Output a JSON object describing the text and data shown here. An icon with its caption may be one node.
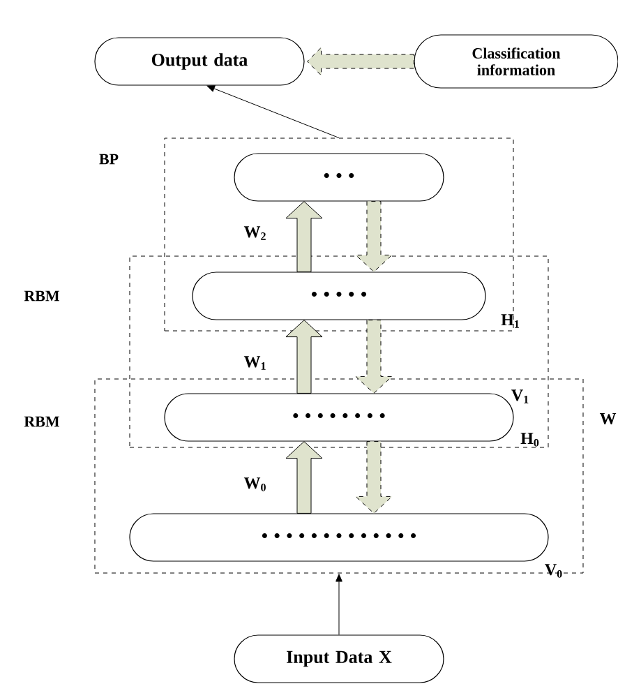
{
  "diagram": {
    "nodes": [
      {
        "text": [
          "Output data"
        ]
      },
      {
        "text": [
          "Classification information"
        ]
      },
      {
        "text": [
          "BP"
        ]
      },
      {
        "text": [
          "RBM"
        ]
      },
      {
        "text": [
          "RBM"
        ]
      },
      {
        "text": [
          "• • •"
        ],
        "in": 2
      },
      {
        "text": [
          "• • • • •"
        ]
      },
      {
        "text": [
          "• • • • • • • •"
        ]
      },
      {
        "text": [
          "• • • • • • • • • • • • •"
        ],
        "in": 4
      },
      {
        "text": [
          "Input Data X"
        ]
      }
    ],
    "edges": [
      {
        "from": 1,
        "to": 0,
        "arrow": "to",
        "style": "dashed"
      },
      {
        "from": 2,
        "to": 0,
        "arrow": "to"
      },
      {
        "from": 6,
        "to": 5,
        "arrow": "to",
        "style": "thick",
        "label": "W$_{2}$"
      },
      {
        "from": 5,
        "to": 6,
        "arrow": "to",
        "style": "dashed"
      },
      {
        "from": 7,
        "to": 6,
        "arrow": "to",
        "style": "thick",
        "label": "W$_{1}$"
      },
      {
        "from": 6,
        "to": 7,
        "arrow": "to",
        "style": "dashed"
      },
      {
        "from": 8,
        "to": 7,
        "arrow": "to",
        "style": "thick",
        "label": "W$_{0}$"
      },
      {
        "from": 7,
        "to": 8,
        "arrow": "to",
        "style": "dashed"
      },
      {
        "from": 9,
        "to": 4,
        "arrow": "to"
      }
    ],
    "labels": [
      "H$_{1}$",
      "V$_{1}$",
      "H$_{0}$",
      "V$_{0}$",
      "W"
    ]
  }
}
